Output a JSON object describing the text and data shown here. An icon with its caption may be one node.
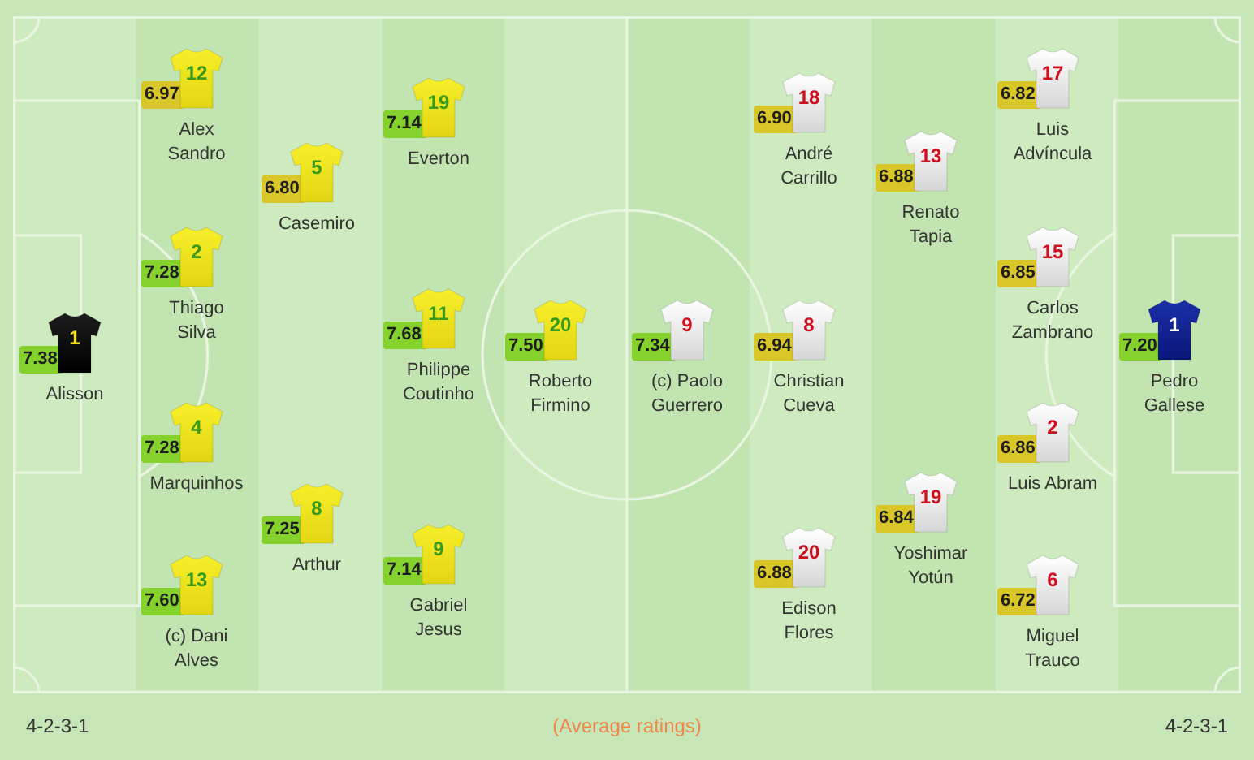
{
  "diagram": {
    "nodes": [
      {
        "text": [
          "1"
        ],
        "beside": [
          "7.38",
          "Alisson"
        ]
      },
      {
        "text": [
          "12"
        ],
        "beside": [
          "6.97",
          "Alex Sandro"
        ]
      },
      {
        "text": [
          "2"
        ],
        "beside": [
          "7.28",
          "Thiago Silva"
        ]
      },
      {
        "text": [
          "4"
        ],
        "beside": [
          "7.28",
          "Marquinhos"
        ]
      },
      {
        "text": [
          "13"
        ],
        "beside": [
          "7.60",
          "(c) Dani Alves"
        ]
      },
      {
        "text": [
          "5"
        ],
        "beside": [
          "6.80",
          "Casemiro"
        ]
      },
      {
        "text": [
          "8"
        ],
        "beside": [
          "7.25",
          "Arthur"
        ]
      },
      {
        "text": [
          "19"
        ],
        "beside": [
          "7.14",
          "Everton"
        ]
      },
      {
        "text": [
          "11"
        ],
        "beside": [
          "7.68",
          "Philippe Coutinho"
        ]
      },
      {
        "text": [
          "9"
        ],
        "beside": [
          "7.14",
          "Gabriel Jesus"
        ]
      },
      {
        "text": [
          "20"
        ],
        "beside": [
          "7.50",
          "Roberto Firmino"
        ]
      },
      {
        "text": [
          "9"
        ],
        "beside": [
          "7.34",
          "(c) Paolo Guerrero"
        ]
      },
      {
        "text": [
          "18"
        ],
        "beside": [
          "6.90",
          "André Carrillo"
        ]
      },
      {
        "text": [
          "8"
        ],
        "beside": [
          "6.94",
          "Christian Cueva"
        ]
      },
      {
        "text": [
          "20"
        ],
        "beside": [
          "6.88",
          "Edison Flores"
        ]
      },
      {
        "text": [
          "13"
        ],
        "beside": [
          "6.88",
          "Renato Tapia"
        ]
      },
      {
        "text": [
          "19"
        ],
        "beside": [
          "6.84",
          "Yoshimar Yotún"
        ]
      },
      {
        "text": [
          "17"
        ],
        "beside": [
          "6.82",
          "Luis Advíncula"
        ]
      },
      {
        "text": [
          "15"
        ],
        "beside": [
          "6.85",
          "Carlos Zambrano"
        ]
      },
      {
        "text": [
          "2"
        ],
        "beside": [
          "6.86",
          "Luis Abram"
        ]
      },
      {
        "text": [
          "6"
        ],
        "beside": [
          "6.72",
          "Miguel Trauco"
        ]
      },
      {
        "text": [
          "1"
        ],
        "beside": [
          "7.20",
          "Pedro Gallese"
        ]
      }
    ],
    "labels": [
      "4-2-3-1",
      "(Average ratings)",
      "4-2-3-1"
    ]
  }
}
